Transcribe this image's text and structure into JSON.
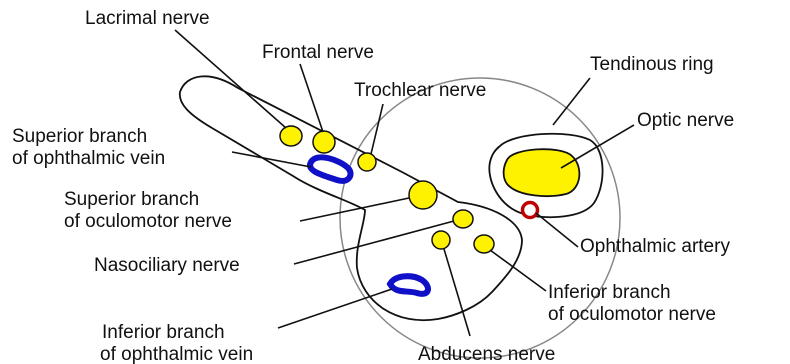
{
  "labels": {
    "lacrimal_nerve": "Lacrimal nerve",
    "frontal_nerve": "Frontal nerve",
    "trochlear_nerve": "Trochlear nerve",
    "tendinous_ring": "Tendinous ring",
    "optic_nerve": "Optic nerve",
    "sup_ophthalmic_vein_1": "Superior branch",
    "sup_ophthalmic_vein_2": "of ophthalmic vein",
    "sup_oculomotor_1": "Superior branch",
    "sup_oculomotor_2": "of oculomotor nerve",
    "nasociliary_nerve": "Nasociliary nerve",
    "ophthalmic_artery": "Ophthalmic artery",
    "inf_oculomotor_1": "Inferior branch",
    "inf_oculomotor_2": "of oculomotor nerve",
    "inf_ophthalmic_vein_1": "Inferior branch",
    "inf_ophthalmic_vein_2": "of ophthalmic vein",
    "abducens_nerve": "Abducens nerve"
  },
  "colors": {
    "nerve": "#FFF200",
    "vein": "#1010C8",
    "artery": "#C00000",
    "outline": "#111111",
    "ring": "#777777"
  }
}
